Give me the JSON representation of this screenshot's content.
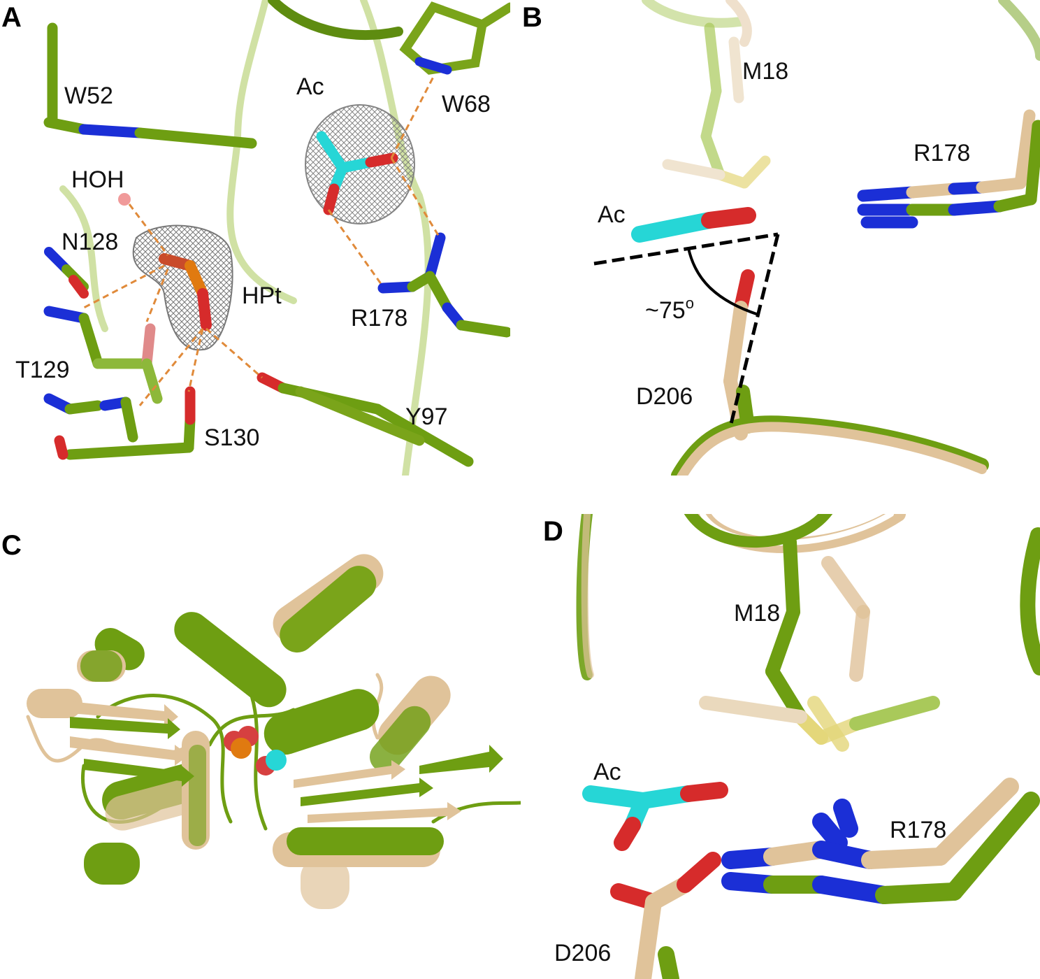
{
  "panels": [
    {
      "id": "A",
      "letter": "A",
      "residues": [
        "W52",
        "HOH",
        "N128",
        "T129",
        "S130",
        "Y97",
        "R178",
        "W68"
      ],
      "ligands": [
        "Ac",
        "HPt"
      ]
    },
    {
      "id": "B",
      "letter": "B",
      "residues": [
        "M18",
        "R178",
        "D206"
      ],
      "ligands": [
        "Ac"
      ],
      "angle_label": "~75",
      "angle_unit_sup": "o"
    },
    {
      "id": "C",
      "letter": "C"
    },
    {
      "id": "D",
      "letter": "D",
      "residues": [
        "M18",
        "R178",
        "D206"
      ],
      "ligands": [
        "Ac"
      ]
    }
  ],
  "colors": {
    "green_structure": "#6e9e12",
    "tan_structure": "#e0c39a",
    "nitrogen": "#1b2fd6",
    "oxygen": "#d62b2b",
    "acetate_carbon": "#26d6d6",
    "phosphorus": "#e07a10",
    "sulfur": "#d9d24a",
    "hbond": "#e08a3a",
    "mesh": "#666666"
  }
}
